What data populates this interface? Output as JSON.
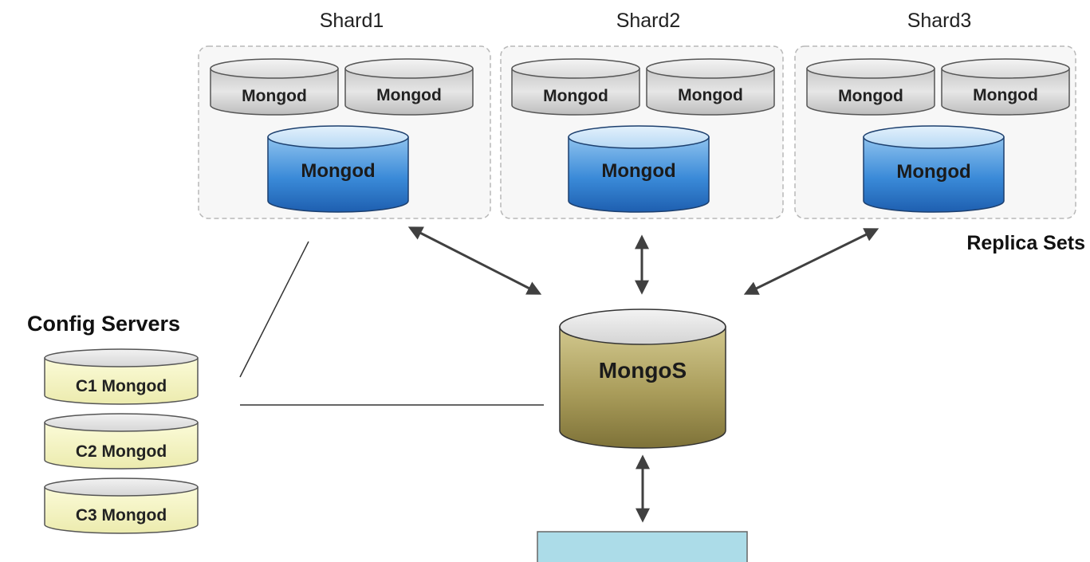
{
  "shards": [
    {
      "title": "Shard1",
      "secondaries": [
        "Mongod",
        "Mongod"
      ],
      "primary": "Mongod"
    },
    {
      "title": "Shard2",
      "secondaries": [
        "Mongod",
        "Mongod"
      ],
      "primary": "Mongod"
    },
    {
      "title": "Shard3",
      "secondaries": [
        "Mongod",
        "Mongod"
      ],
      "primary": "Mongod"
    }
  ],
  "replica_sets_label": "Replica Sets",
  "config": {
    "title": "Config Servers",
    "servers": [
      "C1 Mongod",
      "C2 Mongod",
      "C3 Mongod"
    ]
  },
  "mongos": {
    "label": "MongoS"
  },
  "colors": {
    "gray_cylinder": "#d6d6d6",
    "blue_cylinder": "#2f7fd3",
    "config_cylinder": "#f6f5c2",
    "mongos_cylinder": "#a79a58",
    "client_box": "#acdce8",
    "shard_border": "#b8b8b8",
    "arrow": "#404040"
  }
}
